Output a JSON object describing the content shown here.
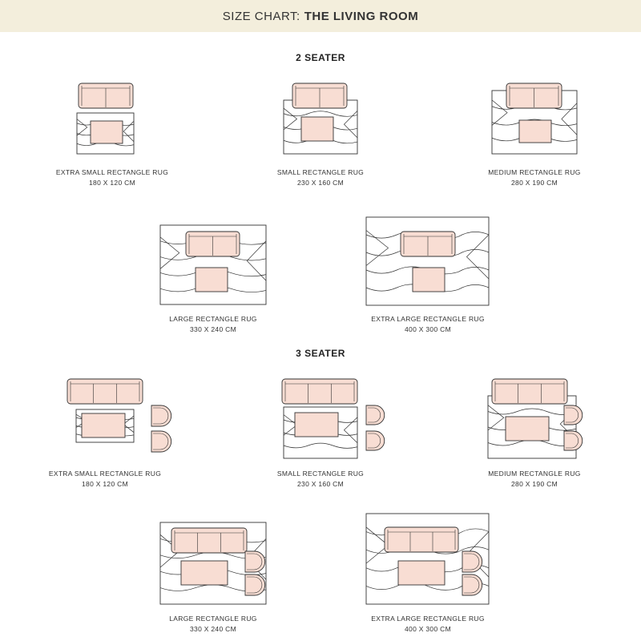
{
  "header": {
    "prefix": "SIZE CHART:",
    "title": "THE LIVING ROOM",
    "background": "#f3eedc"
  },
  "colors": {
    "furniture_fill": "#f8ddd3",
    "line": "#333333"
  },
  "sections": [
    {
      "title": "2 SEATER",
      "seater": 2,
      "items": [
        {
          "name": "EXTRA SMALL RECTANGLE RUG",
          "size": "180 X 120 CM"
        },
        {
          "name": "SMALL RECTANGLE RUG",
          "size": "230 X 160 CM"
        },
        {
          "name": "MEDIUM RECTANGLE RUG",
          "size": "280 X 190 CM"
        },
        {
          "name": "LARGE RECTANGLE RUG",
          "size": "330 X 240 CM"
        },
        {
          "name": "EXTRA LARGE RECTANGLE RUG",
          "size": "400 X 300 CM"
        }
      ]
    },
    {
      "title": "3 SEATER",
      "seater": 3,
      "items": [
        {
          "name": "EXTRA SMALL RECTANGLE RUG",
          "size": "180 X 120 CM"
        },
        {
          "name": "SMALL RECTANGLE RUG",
          "size": "230 X 160 CM"
        },
        {
          "name": "MEDIUM RECTANGLE RUG",
          "size": "280 X 190 CM"
        },
        {
          "name": "LARGE RECTANGLE RUG",
          "size": "330 X 240 CM"
        },
        {
          "name": "EXTRA LARGE RECTANGLE RUG",
          "size": "400 X 300 CM"
        }
      ]
    }
  ]
}
